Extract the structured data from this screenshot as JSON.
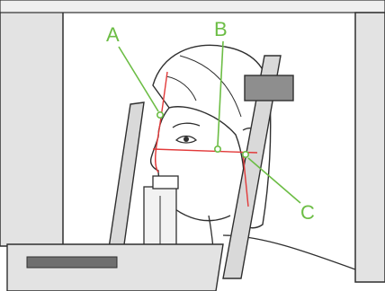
{
  "callouts": [
    {
      "id": "A",
      "label": "A"
    },
    {
      "id": "B",
      "label": "B"
    },
    {
      "id": "C",
      "label": "C"
    }
  ],
  "colors": {
    "callout_green": "#6cbd45",
    "laser_red": "#e23a3a",
    "line_dark": "#2f2f2f",
    "panel_gray": "#e6e6e6",
    "panel_mid": "#d3d3d3",
    "skin": "#ffffff"
  }
}
